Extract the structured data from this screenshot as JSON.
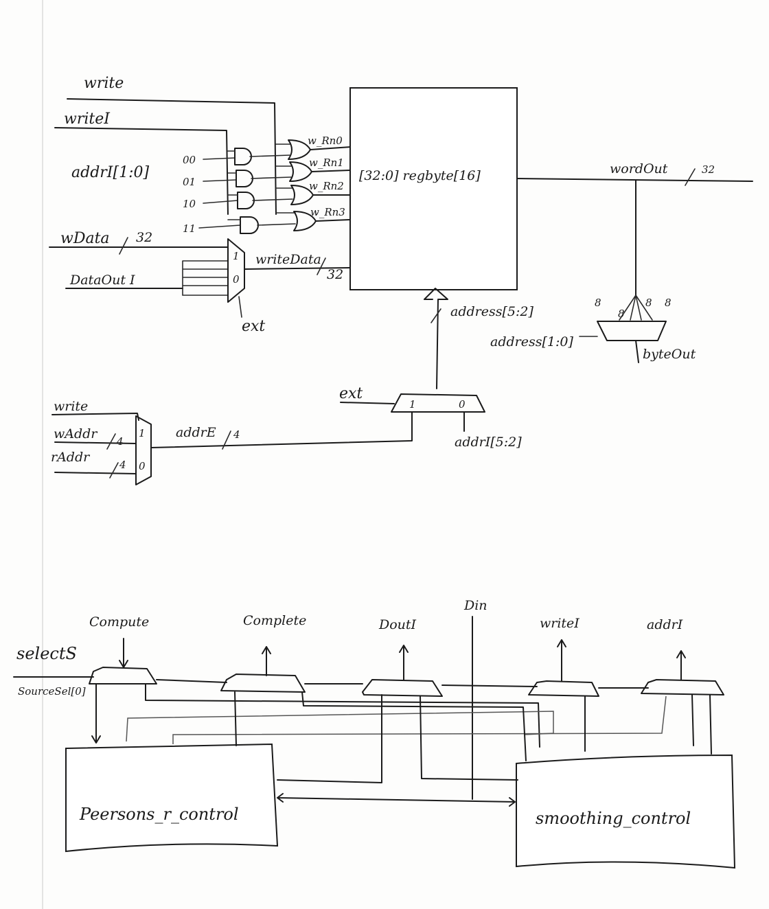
{
  "regfile": {
    "inputs": {
      "write": "write",
      "writeI": "writeI",
      "addrI": "addrI[1:0]",
      "wData": "wData",
      "dataOutI": "DataOut I"
    },
    "decode_values": [
      "00",
      "01",
      "10",
      "11"
    ],
    "write_enables": [
      "w_Rn0",
      "w_Rn1",
      "w_Rn2",
      "w_Rn3"
    ],
    "width_32": "32",
    "write_data": "writeData",
    "mux_select": "ext",
    "mux_ones": "1",
    "mux_zero": "0",
    "regfile_label": "[32:0] regbyte[16]",
    "word_out": "wordOut",
    "address_hi": "address[5:2]",
    "address_lo": "address[1:0]",
    "byte_mux_widths": [
      "8",
      "8",
      "8",
      "8"
    ],
    "byte_out": "byteOut",
    "addr_mux": {
      "ext": "ext",
      "one": "1",
      "zero": "0",
      "addrI_hi": "addrI[5:2]"
    },
    "ext_mux": {
      "write": "write",
      "wAddr": "wAddr",
      "rAddr": "rAddr",
      "width": "4",
      "one": "1",
      "zero": "0",
      "addrE": "addrE"
    }
  },
  "control": {
    "selectS": "selectS",
    "sourceSel": "SourceSel[0]",
    "signals": [
      "Compute",
      "Complete",
      "DoutI",
      "Din",
      "writeI",
      "addrI"
    ],
    "blocks": [
      "Peersons_r_control",
      "smoothing_control"
    ]
  }
}
